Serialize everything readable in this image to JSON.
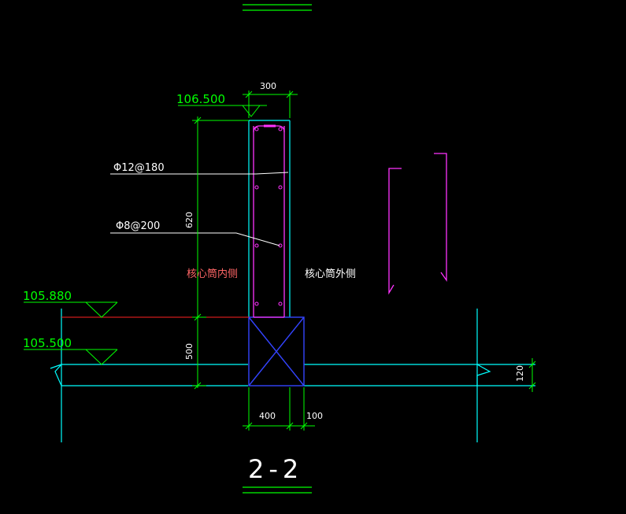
{
  "colors": {
    "background": "#000000",
    "outline": "#00ffff",
    "dimension": "#00ff00",
    "leader": "#ffffff",
    "rebar": "#ff33ff",
    "footing": "#3344ff",
    "level_line": "#ff2222",
    "note_inner": "#ff6666",
    "note_outer": "#ffffff"
  },
  "levels": {
    "top": "106.500",
    "upper": "105.880",
    "lower": "105.500"
  },
  "dimensions": {
    "wall_width": "300",
    "upper_height": "620",
    "lower_height": "500",
    "footing_width": "400",
    "footing_offset": "100",
    "slab_thickness": "120"
  },
  "rebar_labels": {
    "vertical": "Φ12@180",
    "horizontal": "Φ8@200"
  },
  "notes": {
    "inner_side": "核心筒内侧",
    "outer_side": "核心筒外侧"
  },
  "section_label": "2-2"
}
